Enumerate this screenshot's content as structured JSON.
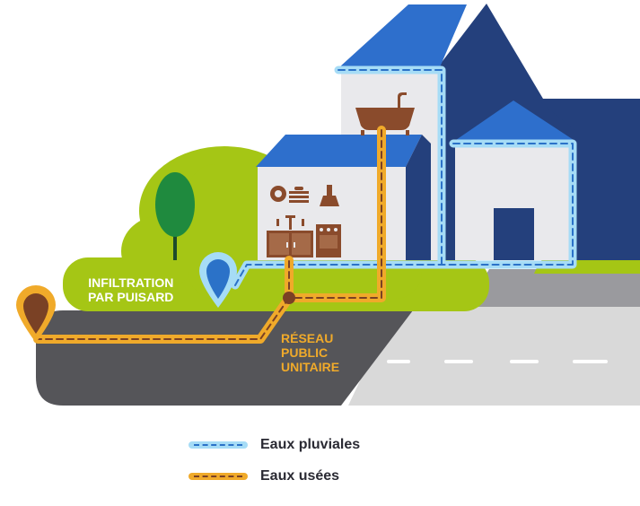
{
  "labels": {
    "infiltration": [
      "INFILTRATION",
      "PAR PUISARD"
    ],
    "reseau": [
      "RÉSEAU",
      "PUBLIC",
      "UNITAIRE"
    ]
  },
  "legend": [
    {
      "text": "Eaux pluviales",
      "color": "#a6dcf6",
      "dash_color": "#2b72c8"
    },
    {
      "text": "Eaux usées",
      "color": "#f0aa2a",
      "dash_color": "#7a4125"
    }
  ],
  "colors": {
    "roof_blue": "#2e6fcc",
    "house_dark": "#24407c",
    "wall": "#e9e9ec",
    "grass": "#a5c615",
    "road_dark": "#555559",
    "road_light": "#d9d9d9",
    "sewer_pipe": "#f0aa2a",
    "rain_pipe": "#a6dcf6",
    "furniture": "#8a4b2c"
  },
  "icons": [
    "bathtub-icon",
    "dishes-icon",
    "range-hood-icon",
    "kitchen-cabinet-icon",
    "stove-icon",
    "tree-icon",
    "blue-pin-icon",
    "brown-pin-icon"
  ]
}
